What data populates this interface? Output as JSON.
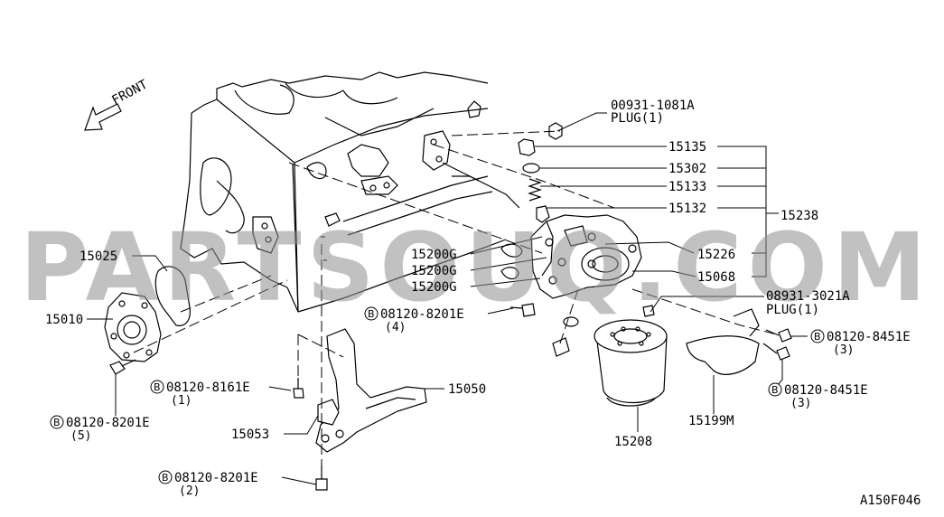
{
  "front_label": "FRONT",
  "diagram_code": "A150F046",
  "watermark": "PARTSOUQ.COM",
  "bolt_marker": "B",
  "callouts": {
    "c00931": "00931-1081A",
    "plug1_top": "PLUG(1)",
    "c15135": "15135",
    "c15302": "15302",
    "c15133": "15133",
    "c15132": "15132",
    "c15238": "15238",
    "c15226": "15226",
    "c15068": "15068",
    "c08931": "08931-3021A",
    "plug1_mid": "PLUG(1)",
    "c15200g_1": "15200G",
    "c15200g_2": "15200G",
    "c15200g_3": "15200G",
    "c15025": "15025",
    "c15010": "15010",
    "b08120_8201e_a": "08120-8201E",
    "q4": "(4)",
    "b08120_8451e_a": "08120-8451E",
    "q3a": "(3)",
    "b08120_8451e_b": "08120-8451E",
    "q3b": "(3)",
    "b08120_8161e": "08120-8161E",
    "q1": "(1)",
    "c15050": "15050",
    "b08120_8201e_b": "08120-8201E",
    "q5": "(5)",
    "c15053": "15053",
    "b08120_8201e_c": "08120-8201E",
    "q2": "(2)",
    "c15208": "15208",
    "c15199m": "15199M"
  }
}
